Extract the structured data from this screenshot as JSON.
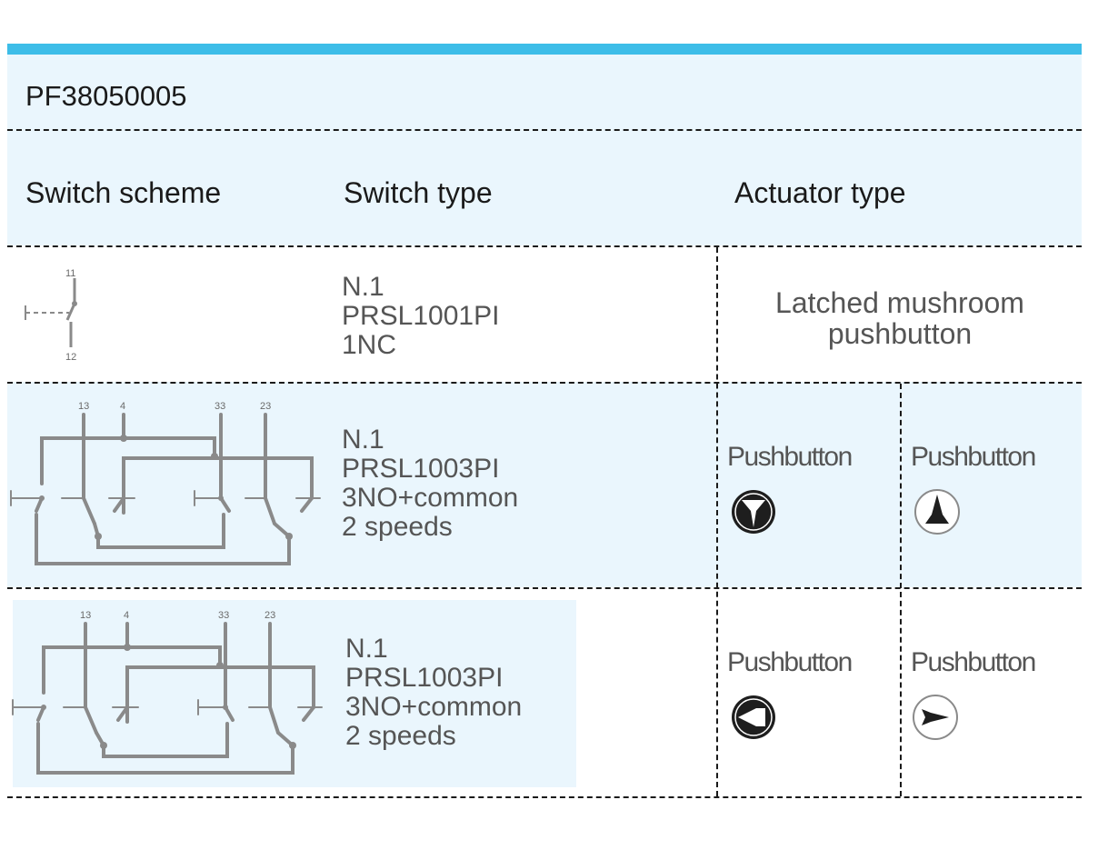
{
  "product_code": "PF38050005",
  "headers": {
    "switch_scheme": "Switch scheme",
    "switch_type": "Switch type",
    "actuator_type": "Actuator type"
  },
  "rows": [
    {
      "scheme_terminals": [
        "11",
        "12"
      ],
      "switch_type": [
        "N.1",
        "PRSL1001PI",
        "1NC"
      ],
      "actuator": [
        "Latched mushroom",
        "pushbutton"
      ]
    },
    {
      "scheme_terminals": [
        "13",
        "4",
        "33",
        "23"
      ],
      "switch_type": [
        "N.1",
        "PRSL1003PI",
        "3NO+common",
        "2 speeds"
      ],
      "actuators": [
        {
          "label": "Pushbutton",
          "icon": "arrow-down-icon"
        },
        {
          "label": "Pushbutton",
          "icon": "arrow-up-icon"
        }
      ]
    },
    {
      "scheme_terminals": [
        "13",
        "4",
        "33",
        "23"
      ],
      "switch_type": [
        "N.1",
        "PRSL1003PI",
        "3NO+common",
        "2 speeds"
      ],
      "actuators": [
        {
          "label": "Pushbutton",
          "icon": "arrow-left-icon"
        },
        {
          "label": "Pushbutton",
          "icon": "arrow-right-icon"
        }
      ]
    }
  ],
  "colors": {
    "accent": "#3dbde8",
    "band": "#eaf6fd",
    "text": "#1a1a1a",
    "muted": "#555555"
  }
}
